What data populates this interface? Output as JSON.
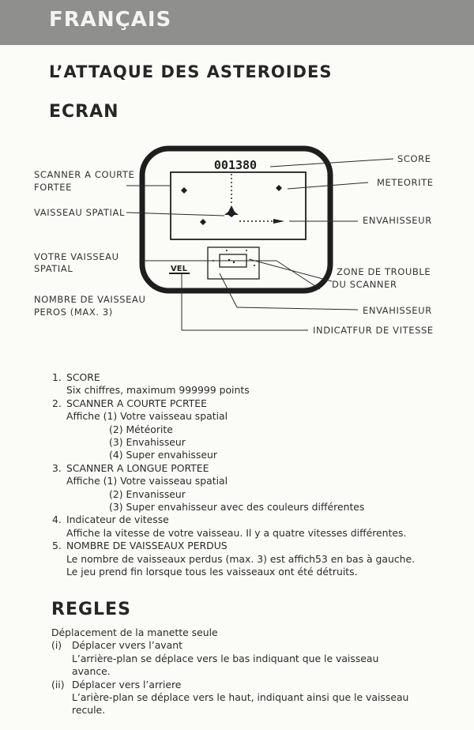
{
  "banner": {
    "title": "FRANÇAIS"
  },
  "heading": "L’ATTAQUE DES ASTEROIDES",
  "section_ecran": "ECRAN",
  "diagram": {
    "score_value": "001380",
    "vel_label": "VEL",
    "labels": {
      "score": "SCORE",
      "scanner_short_1": "SCANNER A COURTE",
      "scanner_short_2": "FORTEE",
      "meteorite": "METEORITE",
      "vaisseau_spatial": "VAISSEAU SPATIAL",
      "envahisseur_top": "ENVAHISSEUR",
      "votre_1": "VOTRE VAISSEAU",
      "votre_2": "SPATIAL",
      "zone_1": "ZONE DE TROUBLE",
      "zone_2": "DU SCANNER",
      "nombre_1": "NOMBRE DE VAISSEAU",
      "nombre_2": "PEROS (MAX. 3)",
      "envahisseur_bottom": "ENVAHISSEUR",
      "indicateur": "INDICATFUR DE VITESSE"
    }
  },
  "list": [
    {
      "num": "1.",
      "text": "SCORE"
    },
    {
      "text": "Six chiffres, maximum 999999 points"
    },
    {
      "num": "2.",
      "text": "SCANNER A COURTE PCRTEE"
    },
    {
      "text": "Affiche (1) Votre vaisseau spatial"
    },
    {
      "text": "(2) Météorite"
    },
    {
      "text": "(3) Envahisseur"
    },
    {
      "text": "(4) Super envahisseur"
    },
    {
      "num": "3.",
      "text": "SCANNER A LONGUE PORTEE"
    },
    {
      "text": "Affiche (1) Votre vaisseau spatial"
    },
    {
      "text": "(2) Envanisseur"
    },
    {
      "text": "(3) Super envahisseur avec des couleurs différentes"
    },
    {
      "num": "4.",
      "text": "Indicateur de vitesse"
    },
    {
      "text": "Affiche la vitesse de votre vaisseau. Il y a quatre vitesses différentes."
    },
    {
      "num": "5.",
      "text": "NOMBRE DE VAISSEAUX PERDUS"
    },
    {
      "text": "Le nombre de vaisseaux perdus (max. 3) est affich53 en bas à gauche."
    },
    {
      "text": "Le jeu prend fin lorsque tous les vaisseaux ont été détruits."
    }
  ],
  "section_regles": "REGLES",
  "rules": {
    "intro": "Déplacement de la manette seule",
    "items": [
      {
        "num": "(i)",
        "title": "Déplacer vvers l’avant",
        "desc_1": "L’arrière-plan se déplace vers le bas indiquant que le vaisseau",
        "desc_2": "avance."
      },
      {
        "num": "(ii)",
        "title": "Déplacer vers l’arriere",
        "desc_1": "L’arière-plan se déplace vers le haut, indiquant ainsi que le vaisseau",
        "desc_2": "recule."
      }
    ]
  }
}
